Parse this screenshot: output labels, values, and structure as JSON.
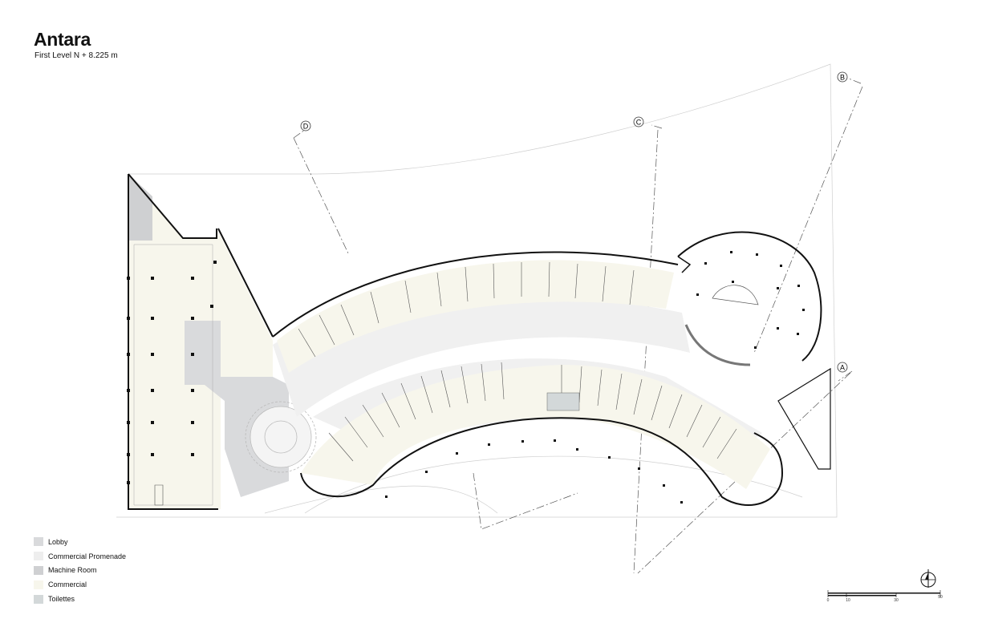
{
  "title": "Antara",
  "subtitle": "First Level  N + 8.225 m",
  "grid_markers": [
    {
      "id": "grid-d",
      "label": "D"
    },
    {
      "id": "grid-c",
      "label": "C"
    },
    {
      "id": "grid-b",
      "label": "B"
    },
    {
      "id": "grid-a",
      "label": "A"
    }
  ],
  "legend": [
    {
      "label": "Lobby",
      "color": "#d9dadc"
    },
    {
      "label": "Commercial Promenade",
      "color": "#eeeeee"
    },
    {
      "label": "Machine Room",
      "color": "#cfd0d2"
    },
    {
      "label": "Commercial",
      "color": "#f7f6ec"
    },
    {
      "label": "Toilettes",
      "color": "#d3d8d9"
    }
  ],
  "scale_bar": {
    "ticks": [
      "0",
      "10",
      "30",
      "50"
    ]
  },
  "north_arrow": "north-arrow-icon"
}
